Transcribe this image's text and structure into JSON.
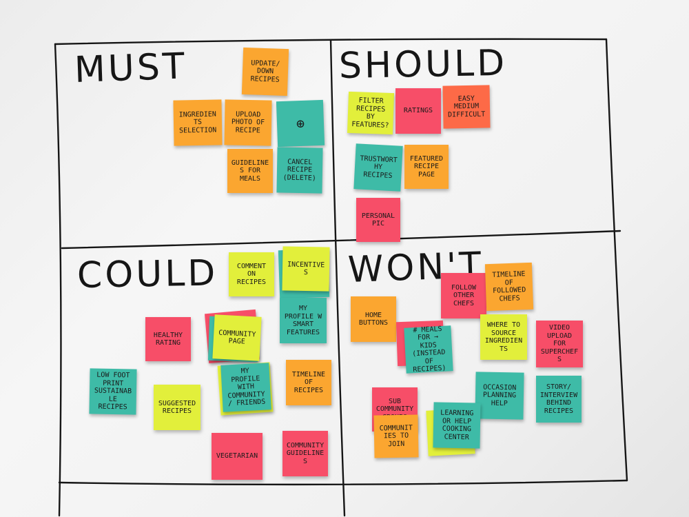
{
  "colors": {
    "orange": "#fba630",
    "pink": "#f74e68",
    "lime": "#e2ef3b",
    "teal": "#3ebba7",
    "coral": "#fd6a47",
    "marker": "#161616",
    "board": "#f2f2f2"
  },
  "quadrants": {
    "must": {
      "title": "MUST",
      "notes": {
        "update_down_recipes": "UPDATE/ DOWN RECIPES",
        "ingredients_selection": "INGREDIENTS SELECTION",
        "upload_photo": "UPLOAD PHOTO OF RECIPE",
        "add": "⊕",
        "guidelines_for_meals": "GUIDELINES FOR MEALS",
        "cancel_recipe": "CANCEL RECIPE (DELETE)"
      }
    },
    "should": {
      "title": "SHOULD",
      "notes": {
        "filter_recipes": "FILTER RECIPES BY FEATURES?",
        "ratings": "RATINGS",
        "difficulty": "EASY MEDIUM DIFFICULT",
        "trustworthy_recipes": "TRUSTWORTHY RECIPES",
        "featured_recipe_page": "FEATURED RECIPE PAGE",
        "personal_pic": "PERSONAL PIC"
      }
    },
    "could": {
      "title": "COULD",
      "notes": {
        "comment_on_recipes": "COMMENT ON RECIPES",
        "incentives": "INCENTIVES",
        "my_profile_smart": "MY PROFILE W SMART FEATURES",
        "healthy_rating": "HEALTHY RATING",
        "community_page": "COMMUNITY PAGE",
        "low_foot_print": "LOW FOOT PRINT SUSTAINABLE RECIPES",
        "suggested_recipes": "SUGGESTED RECIPES",
        "my_profile_community": "MY PROFILE WITH COMMUNITY/ FRIENDS",
        "timeline_of_recipes": "TIMELINE OF RECIPES",
        "vegetarian": "VEGETARIAN",
        "community_guidelines": "COMMUNITY GUIDELINES"
      }
    },
    "wont": {
      "title": "WON'T",
      "notes": {
        "follow_other_chefs": "FOLLOW OTHER CHEFS",
        "timeline_followed_chefs": "TIMELINE OF FOLLOWED CHEFS",
        "home_buttons": "HOME BUTTONS",
        "meals_for_kids": "# MEALS FOR → kids (instead of recipes)",
        "where_to_source": "WHERE TO SOURCE INGREDIENTS",
        "video_upload": "VIDEO UPLOAD FOR SUPERCHEFS",
        "occasion_planning": "OCCASION PLANNING HELP",
        "story_interview": "STORY/ INTERVIEW BEHIND RECIPES",
        "sub_community_groups": "SUB COMMUNITY GROUPS",
        "communities_to_join": "COMMUNITIES TO JOIN",
        "learning_center": "LEARNING OR HELP COOKING CENTER"
      }
    }
  }
}
